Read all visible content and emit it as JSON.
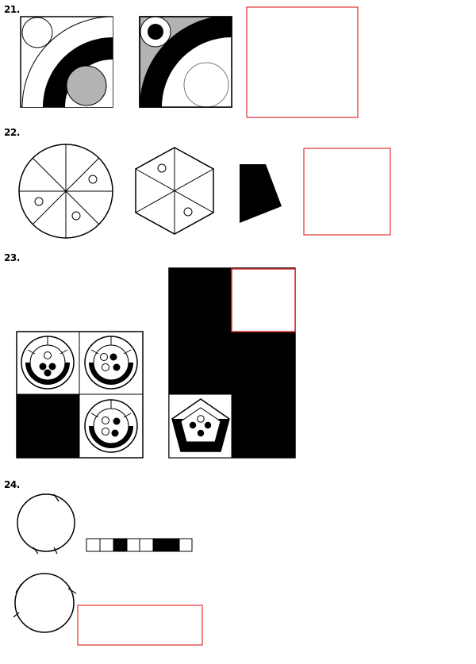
{
  "problems": [
    {
      "number": "21."
    },
    {
      "number": "22."
    },
    {
      "number": "23."
    },
    {
      "number": "24."
    }
  ],
  "colors": {
    "stroke": "#000000",
    "fill_gray": "#b3b3b3",
    "answer_box": "#e03030"
  },
  "problem_24": {
    "strip_cells": [
      "white",
      "white",
      "black",
      "white",
      "white",
      "black",
      "black",
      "white"
    ]
  }
}
